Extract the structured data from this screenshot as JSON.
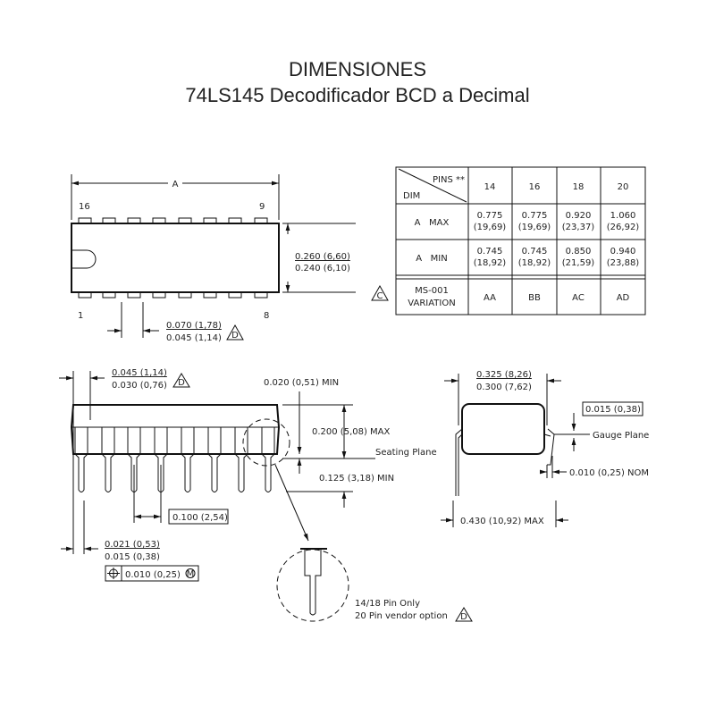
{
  "title": {
    "line1": "DIMENSIONES",
    "line2": "74LS145 Decodificador BCD a Decimal"
  },
  "top_view": {
    "dim_a": "A",
    "pin_16": "16",
    "pin_9": "9",
    "pin_1": "1",
    "pin_8": "8",
    "width_max": "0.260 (6,60)",
    "width_min": "0.240 (6,10)",
    "end_pin_max": "0.070 (1,78)",
    "end_pin_min": "0.045 (1,14)",
    "note_d": "D"
  },
  "table": {
    "header_pins": "PINS **",
    "header_dim": "DIM",
    "pins": [
      "14",
      "16",
      "18",
      "20"
    ],
    "rows": [
      {
        "label": "A   MAX",
        "values": [
          [
            "0.775",
            "(19,69)"
          ],
          [
            "0.775",
            "(19,69)"
          ],
          [
            "0.920",
            "(23,37)"
          ],
          [
            "1.060",
            "(26,92)"
          ]
        ]
      },
      {
        "label": "A   MIN",
        "values": [
          [
            "0.745",
            "(18,92)"
          ],
          [
            "0.745",
            "(18,92)"
          ],
          [
            "0.850",
            "(21,59)"
          ],
          [
            "0.940",
            "(23,88)"
          ]
        ]
      }
    ],
    "variation_label_1": "MS-001",
    "variation_label_2": "VARIATION",
    "variations": [
      "AA",
      "BB",
      "AC",
      "AD"
    ],
    "note_c": "C"
  },
  "side_view": {
    "shoulder_max": "0.045 (1,14)",
    "shoulder_min": "0.030 (0,76)",
    "note_d": "D",
    "standoff": "0.020 (0,51) MIN",
    "height": "0.200 (5,08) MAX",
    "seating_plane": "Seating Plane",
    "lead_length": "0.125 (3,18) MIN",
    "pitch": "0.100 (2,54)",
    "lead_width_max": "0.021 (0,53)",
    "lead_width_min": "0.015 (0,38)",
    "position_tol": "0.010 (0,25)",
    "position_mod": "M",
    "detail_note_1": "14/18 Pin Only",
    "detail_note_2": "20 Pin vendor option",
    "detail_note_d": "D"
  },
  "end_view": {
    "row_spacing_max": "0.325 (8,26)",
    "row_spacing_min": "0.300 (7,62)",
    "lead_thickness": "0.015 (0,38)",
    "gauge_plane": "Gauge Plane",
    "lead_nom": "0.010 (0,25) NOM",
    "overall_max": "0.430 (10,92) MAX"
  }
}
